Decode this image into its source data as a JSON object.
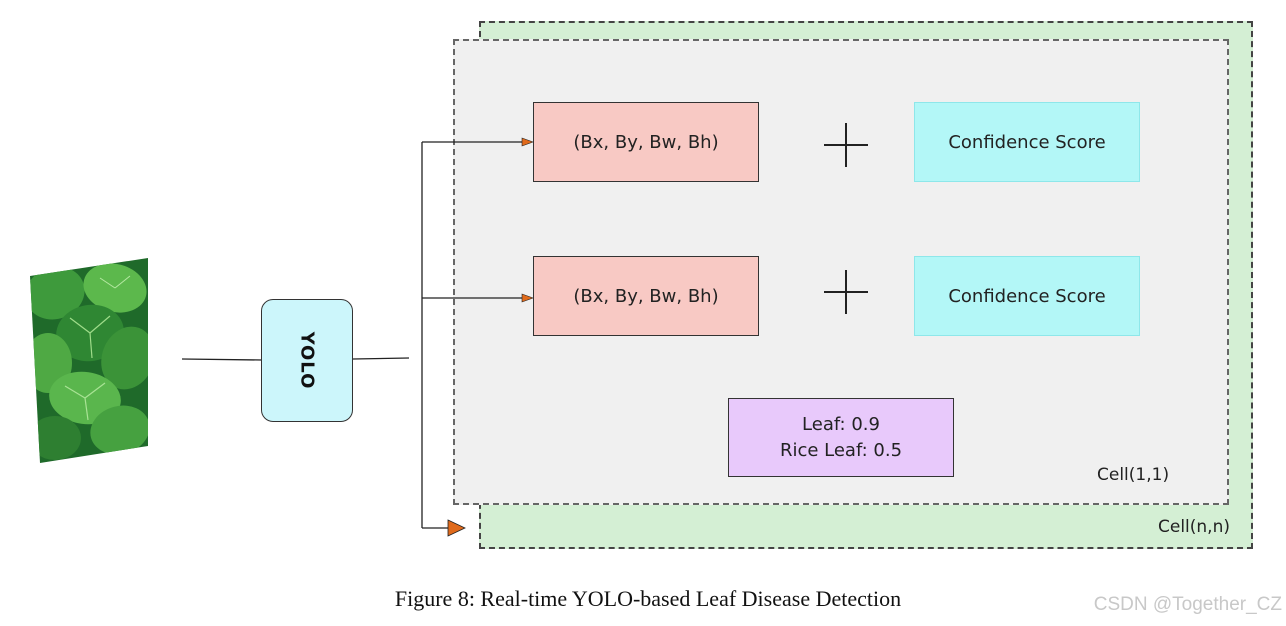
{
  "cells": {
    "outer_label": "Cell(n,n)",
    "inner_label": "Cell(1,1)"
  },
  "yolo": {
    "label": "YOLO"
  },
  "rows": [
    {
      "bbox_label": "(Bx, By, Bw, Bh)",
      "confidence_label": "Confidence Score"
    },
    {
      "bbox_label": "(Bx, By, Bw, Bh)",
      "confidence_label": "Confidence Score"
    }
  ],
  "prediction": {
    "line1": "Leaf: 0.9",
    "line2": "Rice Leaf: 0.5"
  },
  "caption": "Figure 8: Real-time YOLO-based Leaf Disease Detection",
  "watermark": "CSDN @Together_CZ",
  "colors": {
    "bbox_fill": "#f8c9c4",
    "confidence_fill": "#b3f7f7",
    "prediction_fill": "#e8c9fb",
    "outer_cell_fill": "#d4efd4",
    "inner_cell_fill": "#f0f0f0",
    "yolo_fill": "#ccf6fb",
    "arrow_color": "#e06a1b"
  },
  "icons": [
    "leaf-image",
    "plus-icon",
    "arrow-head-icon"
  ]
}
